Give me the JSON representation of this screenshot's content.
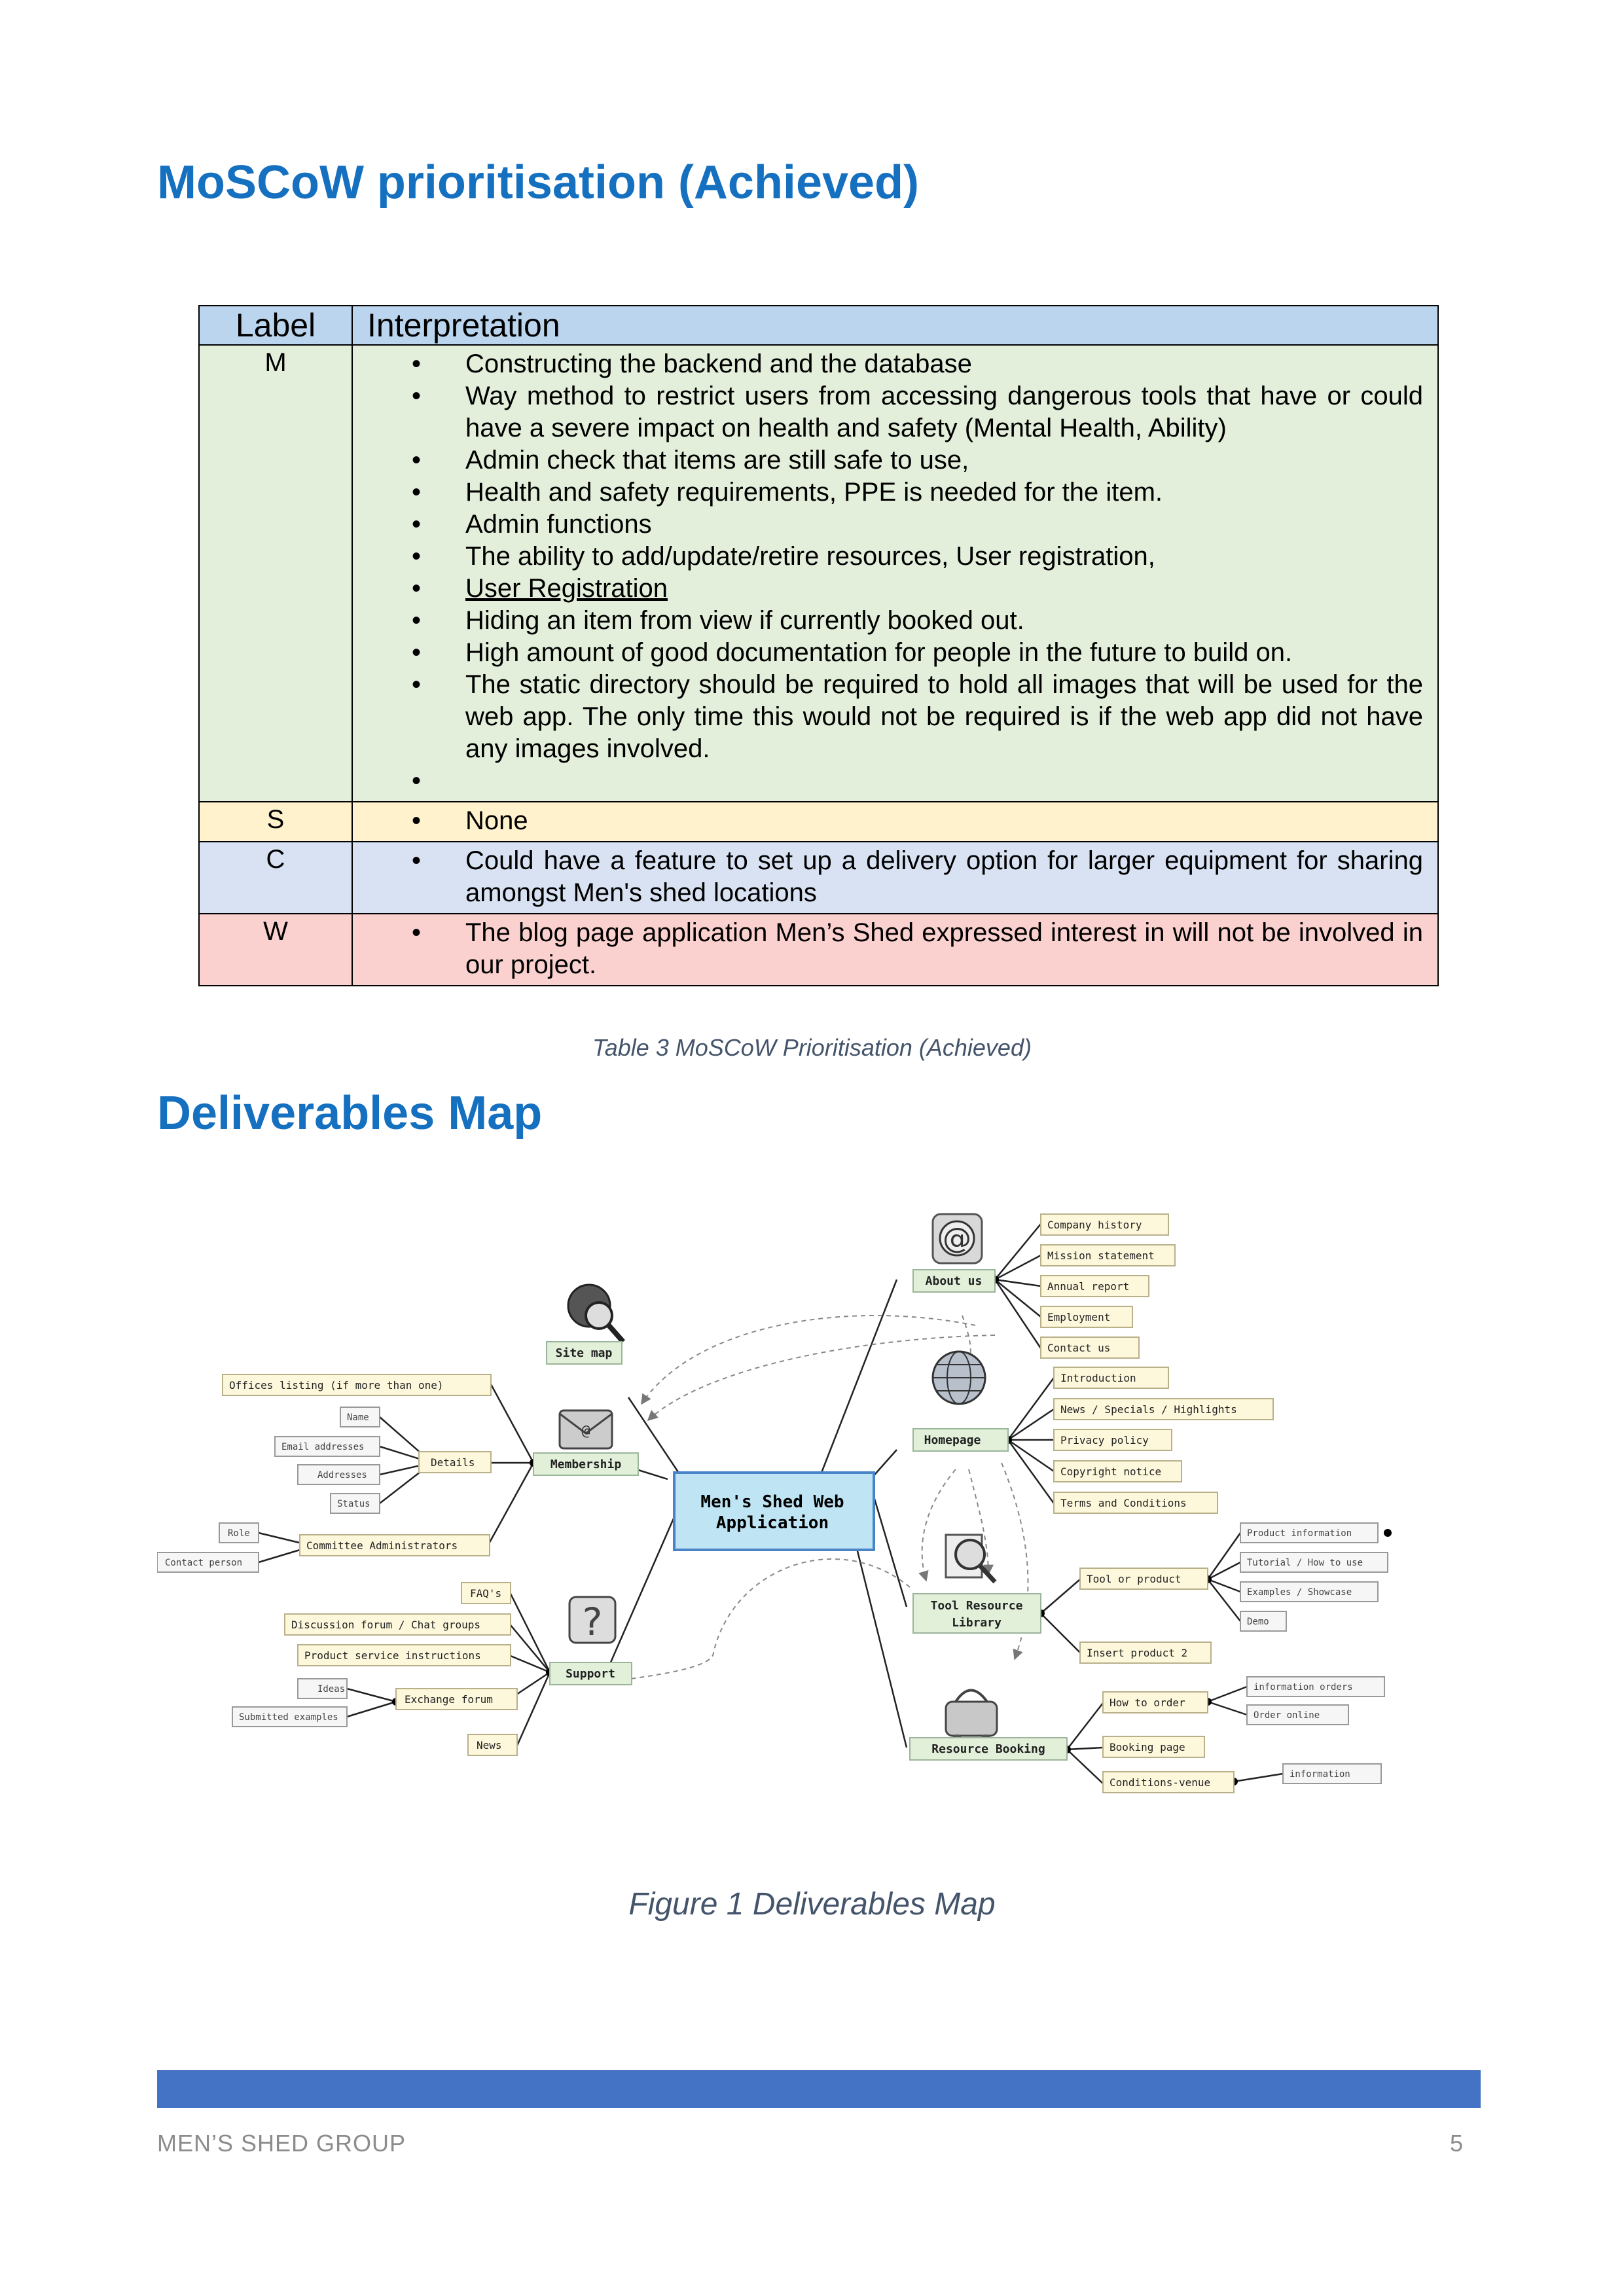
{
  "moscow_title": "MoSCoW prioritisation (Achieved)",
  "table": {
    "header_label": "Label",
    "header_interpretation": "Interpretation",
    "rows": [
      {
        "label": "M",
        "items": [
          "Constructing the backend and the database",
          "Way method to restrict users from accessing dangerous tools that have or could have a severe impact on health and safety (Mental Health, Ability)",
          "Admin check that items are still safe to use,",
          "Health and safety requirements, PPE is needed for the item.",
          "Admin functions",
          "The ability to add/update/retire resources, User registration,",
          "User Registration",
          "Hiding an item from view if currently booked out.",
          "High amount of good documentation for people in the future to build on.",
          "The static directory should be required to hold all images that will be used for the web app. The only time this would not be required is if the web app did not have any images involved.",
          ""
        ]
      },
      {
        "label": "S",
        "items": [
          "None"
        ]
      },
      {
        "label": "C",
        "items": [
          "Could have a feature to set up a delivery option for larger equipment for sharing amongst Men's shed locations"
        ]
      },
      {
        "label": "W",
        "items": [
          "The blog page application Men’s Shed expressed interest in will not be involved in our project."
        ]
      }
    ]
  },
  "table_caption": "Table 3 MoSCoW Prioritisation (Achieved)",
  "deliverables_title": "Deliverables Map",
  "mindmap": {
    "center": [
      "Men's Shed Web",
      "Application"
    ],
    "about_us": "About us",
    "about_children": [
      "Company history",
      "Mission statement",
      "Annual report",
      "Employment",
      "Contact us"
    ],
    "homepage": "Homepage",
    "homepage_children": [
      "Introduction",
      "News / Specials / Highlights",
      "Privacy policy",
      "Copyright notice",
      "Terms and Conditions"
    ],
    "tool_library": [
      "Tool Resource",
      "Library"
    ],
    "tool_or_product": "Tool or product",
    "tool_or_product_children": [
      "Product information",
      "Tutorial / How to use",
      "Examples / Showcase",
      "Demo"
    ],
    "insert_product": "Insert product 2",
    "resource_booking": "Resource Booking",
    "how_to_order": "How to order",
    "how_to_order_children": [
      "information orders",
      "Order online"
    ],
    "booking_page": "Booking page",
    "conditions_venue": "Conditions-venue",
    "conditions_child": "information",
    "site_map": "Site map",
    "membership": "Membership",
    "offices_listing": "Offices listing (if more than one)",
    "details": "Details",
    "details_children": [
      "Name",
      "Email addresses",
      "Addresses",
      "Status"
    ],
    "committee": "Committee Administrators",
    "role": "Role",
    "contact_person": "Contact person",
    "support": "Support",
    "support_children": [
      "FAQ's",
      "Discussion forum / Chat groups",
      "Product service instructions",
      "News"
    ],
    "exchange_forum": "Exchange forum",
    "ideas": "Ideas",
    "submitted_examples": "Submitted examples"
  },
  "figure_caption": "Figure 1 Deliverables Map",
  "footer": {
    "org": "MEN’S SHED GROUP",
    "page": "5"
  },
  "colors": {
    "heading": "#1570c0",
    "footer_bar": "#4472c4",
    "caption": "#44546a"
  }
}
